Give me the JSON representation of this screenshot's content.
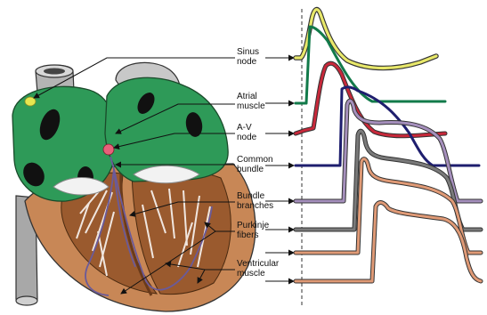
{
  "labels": {
    "sinus_node": "Sinus\nnode",
    "atrial_muscle": "Atrial\nmuscle",
    "av_node": "A-V\nnode",
    "common_bundle": "Common\nbundle",
    "bundle_branches": "Bundle\nbranches",
    "purkinje_fibers": "Purkinje\nfibers",
    "ventricular_muscle": "Ventricular\nmuscle"
  },
  "colors": {
    "sinus_node_trace": "#e8e86a",
    "atrial_muscle_trace": "#127a4a",
    "av_node_trace": "#c8283a",
    "common_bundle_trace": "#1e1e6e",
    "bundle_branches_trace": "#a58fbc",
    "purkinje_fibers_trace": "#6e6e6e",
    "ventricular_muscle_trace": "#e09a76",
    "atria": "#2e9a58",
    "ventricles": "#b87448",
    "vessels": "#a9a9a9"
  }
}
